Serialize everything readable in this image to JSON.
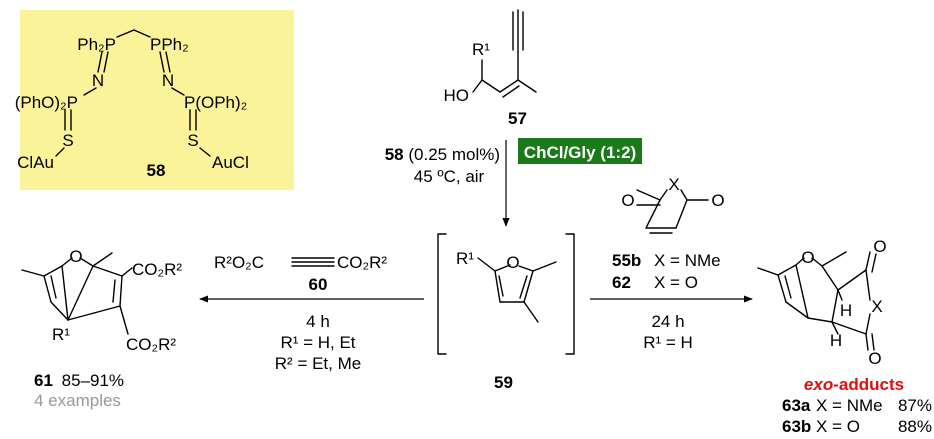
{
  "catalyst": {
    "ph2p_left": "Ph₂P",
    "pph2_right": "PPh₂",
    "n_left": "N",
    "n_right": "N",
    "pho2p_left": "(PhO)₂P",
    "p_oph2_right": "P(OPh)₂",
    "s_left": "S",
    "s_right": "S",
    "claus_left": "ClAu",
    "auscl_right": "AuCl",
    "label": "58",
    "box_color": "#fbf39a"
  },
  "substrate": {
    "r1": "R¹",
    "ho": "HO",
    "label": "57"
  },
  "vertical_step": {
    "catalyst_ref": "58",
    "loading": "(0.25 mol%)",
    "conditions": "45 ºC, air",
    "solvent_tag": "ChCl/Gly (1:2)",
    "solvent_tag_color": "#1a7a1a"
  },
  "furan": {
    "r1": "R¹",
    "o": "O",
    "label": "59"
  },
  "left_step": {
    "reagent_left": "R²O₂C",
    "reagent_right": "CO₂R²",
    "reagent_label": "60",
    "time": "4 h",
    "r1_condition": "R¹ = H, Et",
    "r2_condition": "R² = Et, Me"
  },
  "product_left": {
    "o": "O",
    "co2r2_top": "CO₂R²",
    "co2r2_bottom": "CO₂R²",
    "r1": "R¹",
    "label": "61",
    "yield": "85–91%",
    "examples": "4 examples",
    "examples_color": "#999999"
  },
  "right_step": {
    "dienophile_x": "X",
    "dienophile_o_left": "O",
    "dienophile_o_right": "O",
    "label_55b": "55b",
    "desc_55b": "X = NMe",
    "label_62": "62",
    "desc_62": "X = O",
    "time": "24 h",
    "r1_condition": "R¹ = H"
  },
  "product_right": {
    "o_bridge": "O",
    "x": "X",
    "o_top": "O",
    "o_bottom": "O",
    "h_left": "H",
    "h_right": "H",
    "exo_prefix": "exo",
    "exo_suffix": "-adducts",
    "exo_color": "#e01010",
    "rows": [
      {
        "label": "63a",
        "desc": "X = NMe",
        "yield": "87%"
      },
      {
        "label": "63b",
        "desc": "X = O",
        "yield": "88%"
      }
    ]
  }
}
